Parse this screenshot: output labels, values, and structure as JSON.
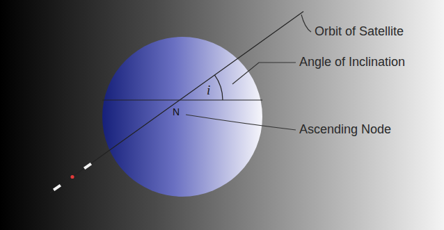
{
  "diagram": {
    "nodes": [
      {
        "text": [
          "i",
          "N"
        ]
      }
    ],
    "labels": [
      "Orbit of Satellite",
      "Angle of Inclination",
      "Ascending Node"
    ]
  }
}
